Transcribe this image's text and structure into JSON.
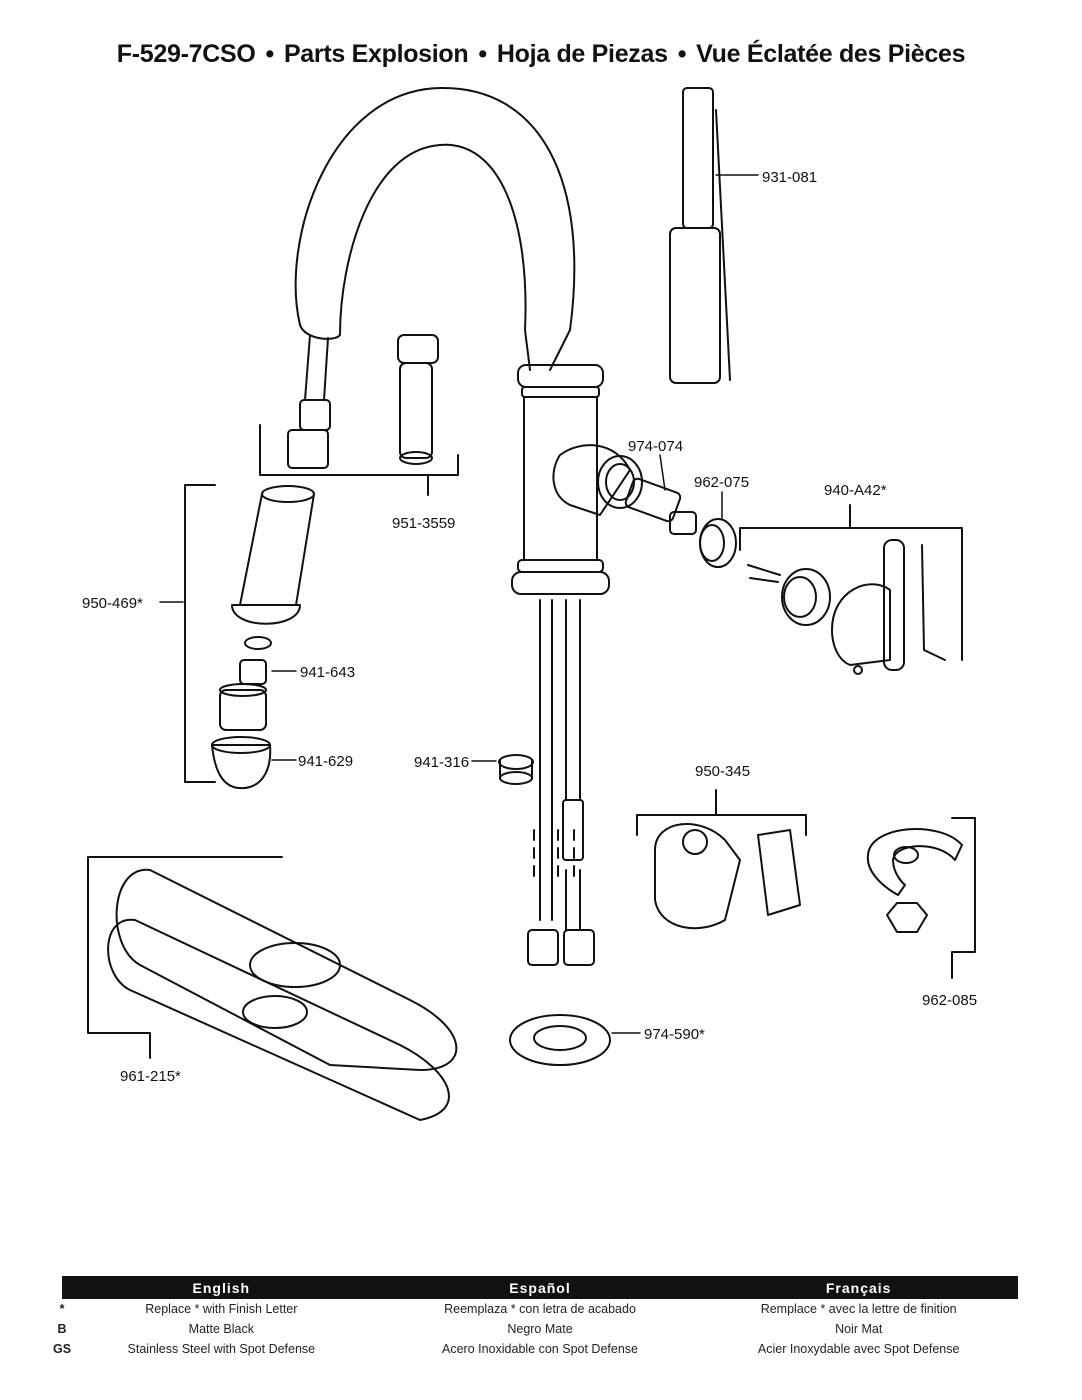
{
  "title": {
    "model": "F-529-7CSO",
    "en": "Parts Explosion",
    "es": "Hoja de Piezas",
    "fr": "Vue Éclatée des Pièces",
    "separator": "•"
  },
  "parts": {
    "p931_081": "931-081",
    "p974_074": "974-074",
    "p962_075": "962-075",
    "p940_A42": "940-A42*",
    "p951_3559": "951-3559",
    "p950_469": "950-469*",
    "p941_643": "941-643",
    "p941_629": "941-629",
    "p941_316": "941-316",
    "p950_345": "950-345",
    "p962_085": "962-085",
    "p974_590": "974-590*",
    "p961_215": "961-215*"
  },
  "legend": {
    "headers": [
      "English",
      "Español",
      "Français"
    ],
    "rows": [
      {
        "code": "*",
        "cells": [
          "Replace * with Finish Letter",
          "Reemplaza * con letra de acabado",
          "Remplace * avec la lettre de finition"
        ]
      },
      {
        "code": "B",
        "cells": [
          "Matte Black",
          "Negro Mate",
          "Noir Mat"
        ]
      },
      {
        "code": "GS",
        "cells": [
          "Stainless Steel with Spot Defense",
          "Acero Inoxidable con Spot Defense",
          "Acier Inoxydable avec Spot Defense"
        ]
      }
    ]
  }
}
